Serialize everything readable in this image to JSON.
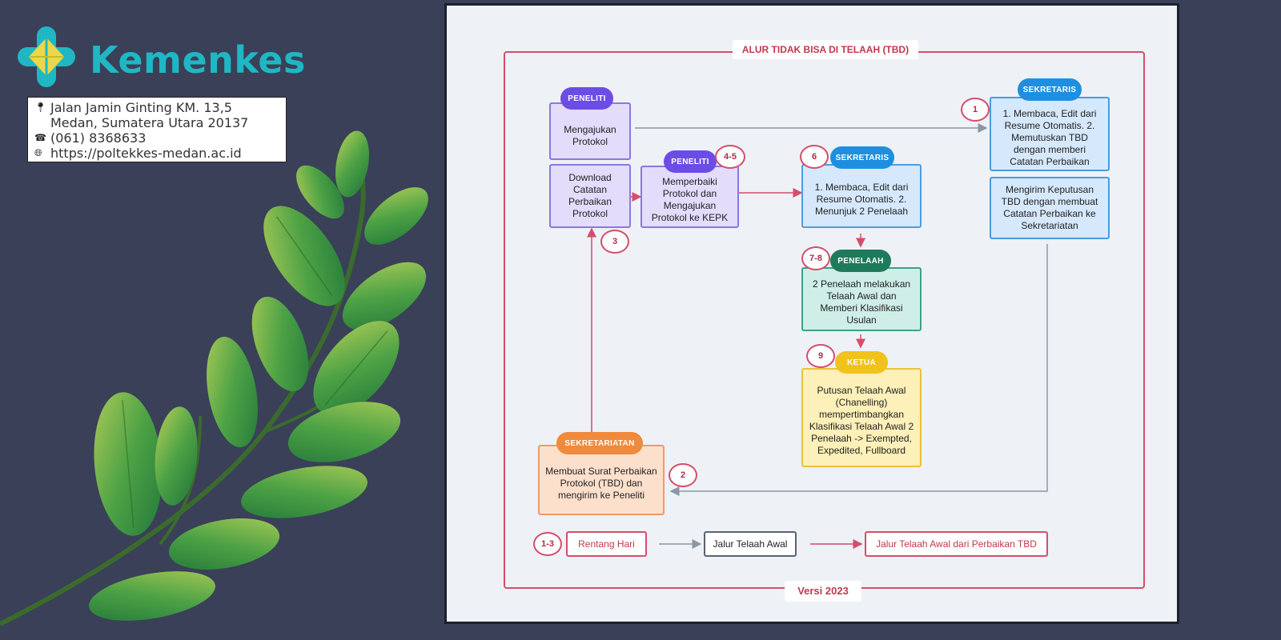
{
  "brand": {
    "name": "Kemenkes",
    "logo_icon": "kemenkes-logo-icon",
    "colors": {
      "teal": "#1fb7c4",
      "yellow": "#e9d84a"
    }
  },
  "contact": {
    "address_line1": "Jalan Jamin Ginting KM. 13,5",
    "address_line2": "Medan, Sumatera Utara 20137",
    "phone": "(061) 8368633",
    "website": "https://poltekkes-medan.ac.id"
  },
  "diagram": {
    "title": "ALUR TIDAK BISA DI TELAAH (TBD)",
    "version": "Versi 2023",
    "nodes": {
      "peneliti1": {
        "role": "PENELITI",
        "text": "Mengajukan Protokol"
      },
      "download": {
        "text": "Download Catatan Perbaikan Protokol"
      },
      "peneliti2": {
        "role": "PENELITI",
        "text": "Memperbaiki Protokol dan Mengajukan Protokol ke KEPK"
      },
      "sekretaris6": {
        "role": "SEKRETARIS",
        "text": "1. Membaca, Edit dari Resume Otomatis. 2. Menunjuk 2 Penelaah"
      },
      "penelaah": {
        "role": "PENELAAH",
        "text": "2 Penelaah melakukan Telaah Awal dan Memberi Klasifikasi Usulan"
      },
      "ketua": {
        "role": "KETUA",
        "text": "Putusan Telaah Awal (Chanelling) mempertimbangkan Klasifikasi Telaah Awal 2 Penelaah -> Exempted, Expedited, Fullboard"
      },
      "sekretaris1": {
        "role": "SEKRETARIS",
        "text": "1. Membaca, Edit dari Resume Otomatis. 2. Memutuskan TBD dengan memberi Catatan Perbaikan"
      },
      "mengirim": {
        "text": "Mengirim Keputusan TBD dengan membuat Catatan Perbaikan ke Sekretariatan"
      },
      "sekretariatan": {
        "role": "SEKRETARIATAN",
        "text": "Membuat Surat Perbaikan Protokol (TBD) dan mengirim ke Peneliti"
      }
    },
    "day_badges": {
      "b1": "1",
      "b2": "2",
      "b3": "3",
      "b45": "4-5",
      "b6": "6",
      "b78": "7-8",
      "b9": "9",
      "legend": "1-3"
    },
    "legend": {
      "rentang": "Rentang Hari",
      "jalur": "Jalur Telaah Awal",
      "jalur_perbaikan": "Jalur Telaah Awal dari Perbaikan TBD"
    },
    "colors": {
      "frame": "#d44e6b",
      "purple": "#6b4de6",
      "blue": "#1e8fe0",
      "green": "#1f7a5c",
      "yellow": "#f1c21b",
      "orange": "#f08a3c"
    }
  }
}
